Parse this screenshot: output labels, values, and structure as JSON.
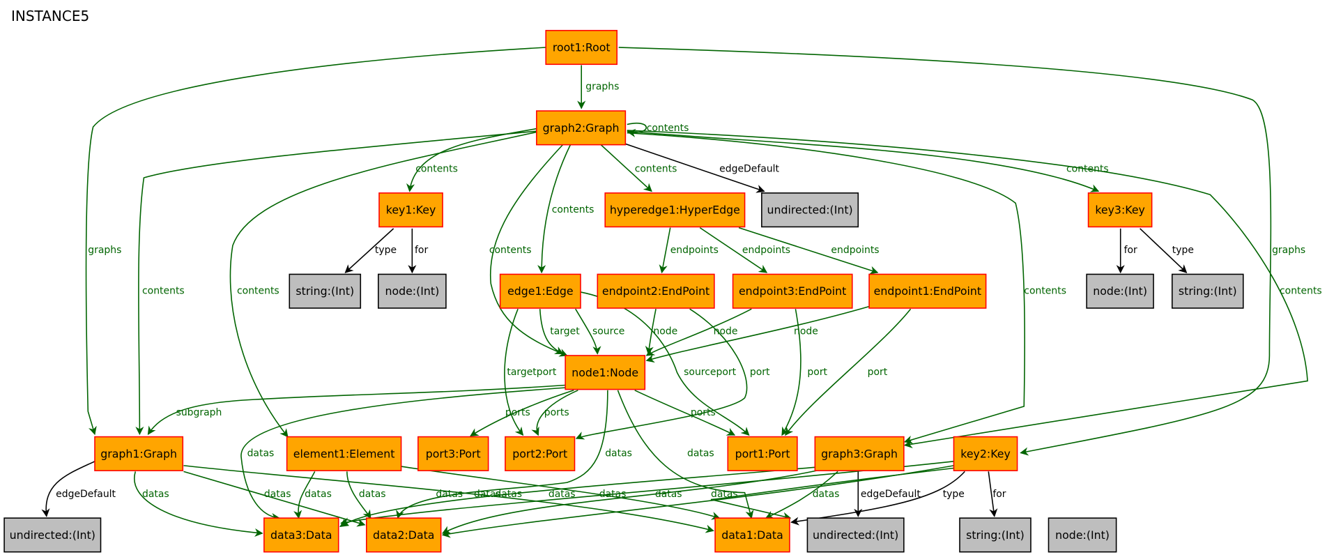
{
  "title": "INSTANCE5",
  "colors": {
    "object_fill": "#ffa500",
    "object_border": "#ff0000",
    "value_fill": "#bebebe",
    "value_border": "#000000",
    "containment_edge": "#006400",
    "attribute_edge": "#000000"
  },
  "nodes": [
    {
      "id": "root1",
      "label": "root1:Root",
      "kind": "object"
    },
    {
      "id": "graph2",
      "label": "graph2:Graph",
      "kind": "object"
    },
    {
      "id": "key1",
      "label": "key1:Key",
      "kind": "object"
    },
    {
      "id": "hyperedge1",
      "label": "hyperedge1:HyperEdge",
      "kind": "object"
    },
    {
      "id": "undirected_g2",
      "label": "undirected:(Int)",
      "kind": "value"
    },
    {
      "id": "key3",
      "label": "key3:Key",
      "kind": "object"
    },
    {
      "id": "string_k1",
      "label": "string:(Int)",
      "kind": "value"
    },
    {
      "id": "node_k1",
      "label": "node:(Int)",
      "kind": "value"
    },
    {
      "id": "node_k3",
      "label": "node:(Int)",
      "kind": "value"
    },
    {
      "id": "string_k3",
      "label": "string:(Int)",
      "kind": "value"
    },
    {
      "id": "edge1",
      "label": "edge1:Edge",
      "kind": "object"
    },
    {
      "id": "endpoint2",
      "label": "endpoint2:EndPoint",
      "kind": "object"
    },
    {
      "id": "endpoint3",
      "label": "endpoint3:EndPoint",
      "kind": "object"
    },
    {
      "id": "endpoint1",
      "label": "endpoint1:EndPoint",
      "kind": "object"
    },
    {
      "id": "node1",
      "label": "node1:Node",
      "kind": "object"
    },
    {
      "id": "graph1",
      "label": "graph1:Graph",
      "kind": "object"
    },
    {
      "id": "element1",
      "label": "element1:Element",
      "kind": "object"
    },
    {
      "id": "port3",
      "label": "port3:Port",
      "kind": "object"
    },
    {
      "id": "port2",
      "label": "port2:Port",
      "kind": "object"
    },
    {
      "id": "port1",
      "label": "port1:Port",
      "kind": "object"
    },
    {
      "id": "graph3",
      "label": "graph3:Graph",
      "kind": "object"
    },
    {
      "id": "key2",
      "label": "key2:Key",
      "kind": "object"
    },
    {
      "id": "undirected_g1",
      "label": "undirected:(Int)",
      "kind": "value"
    },
    {
      "id": "data3",
      "label": "data3:Data",
      "kind": "object"
    },
    {
      "id": "data2",
      "label": "data2:Data",
      "kind": "object"
    },
    {
      "id": "data1",
      "label": "data1:Data",
      "kind": "object"
    },
    {
      "id": "undirected_g3",
      "label": "undirected:(Int)",
      "kind": "value"
    },
    {
      "id": "string_k2",
      "label": "string:(Int)",
      "kind": "value"
    },
    {
      "id": "node_k2",
      "label": "node:(Int)",
      "kind": "value"
    }
  ],
  "edges": [
    {
      "from": "root1",
      "to": "graph2",
      "label": "graphs",
      "kind": "containment"
    },
    {
      "from": "root1",
      "to": "graph1",
      "label": "graphs",
      "kind": "containment"
    },
    {
      "from": "root1",
      "to": "key2",
      "label": "graphs",
      "kind": "containment"
    },
    {
      "from": "graph2",
      "to": "graph2",
      "label": "contents",
      "kind": "containment"
    },
    {
      "from": "graph2",
      "to": "key1",
      "label": "contents",
      "kind": "containment"
    },
    {
      "from": "graph2",
      "to": "hyperedge1",
      "label": "contents",
      "kind": "containment"
    },
    {
      "from": "graph2",
      "to": "undirected_g2",
      "label": "edgeDefault",
      "kind": "attribute"
    },
    {
      "from": "graph2",
      "to": "key3",
      "label": "contents",
      "kind": "containment"
    },
    {
      "from": "graph2",
      "to": "edge1",
      "label": "contents",
      "kind": "containment"
    },
    {
      "from": "graph2",
      "to": "node1",
      "label": "contents",
      "kind": "containment"
    },
    {
      "from": "graph2",
      "to": "graph1",
      "label": "contents",
      "kind": "containment"
    },
    {
      "from": "graph2",
      "to": "element1",
      "label": "contents",
      "kind": "containment"
    },
    {
      "from": "graph2",
      "to": "graph3",
      "label": "contents",
      "kind": "containment"
    },
    {
      "from": "graph2",
      "to": "key2",
      "label": "contents",
      "kind": "containment"
    },
    {
      "from": "key1",
      "to": "string_k1",
      "label": "type",
      "kind": "attribute"
    },
    {
      "from": "key1",
      "to": "node_k1",
      "label": "for",
      "kind": "attribute"
    },
    {
      "from": "key3",
      "to": "node_k3",
      "label": "for",
      "kind": "attribute"
    },
    {
      "from": "key3",
      "to": "string_k3",
      "label": "type",
      "kind": "attribute"
    },
    {
      "from": "hyperedge1",
      "to": "endpoint2",
      "label": "endpoints",
      "kind": "containment"
    },
    {
      "from": "hyperedge1",
      "to": "endpoint3",
      "label": "endpoints",
      "kind": "containment"
    },
    {
      "from": "hyperedge1",
      "to": "endpoint1",
      "label": "endpoints",
      "kind": "containment"
    },
    {
      "from": "edge1",
      "to": "node1",
      "label": "target",
      "kind": "containment"
    },
    {
      "from": "edge1",
      "to": "node1",
      "label": "source",
      "kind": "containment"
    },
    {
      "from": "edge1",
      "to": "port2",
      "label": "targetport",
      "kind": "containment"
    },
    {
      "from": "edge1",
      "to": "port1",
      "label": "sourceport",
      "kind": "containment"
    },
    {
      "from": "endpoint2",
      "to": "node1",
      "label": "node",
      "kind": "containment"
    },
    {
      "from": "endpoint2",
      "to": "port2",
      "label": "port",
      "kind": "containment"
    },
    {
      "from": "endpoint3",
      "to": "node1",
      "label": "node",
      "kind": "containment"
    },
    {
      "from": "endpoint3",
      "to": "port1",
      "label": "port",
      "kind": "containment"
    },
    {
      "from": "endpoint1",
      "to": "node1",
      "label": "node",
      "kind": "containment"
    },
    {
      "from": "endpoint1",
      "to": "port1",
      "label": "port",
      "kind": "containment"
    },
    {
      "from": "node1",
      "to": "graph1",
      "label": "subgraph",
      "kind": "containment"
    },
    {
      "from": "node1",
      "to": "port3",
      "label": "ports",
      "kind": "containment"
    },
    {
      "from": "node1",
      "to": "port2",
      "label": "ports",
      "kind": "containment"
    },
    {
      "from": "node1",
      "to": "port1",
      "label": "ports",
      "kind": "containment"
    },
    {
      "from": "node1",
      "to": "data3",
      "label": "datas",
      "kind": "containment"
    },
    {
      "from": "node1",
      "to": "data2",
      "label": "datas",
      "kind": "containment"
    },
    {
      "from": "node1",
      "to": "data1",
      "label": "datas",
      "kind": "containment"
    },
    {
      "from": "graph1",
      "to": "undirected_g1",
      "label": "edgeDefault",
      "kind": "attribute"
    },
    {
      "from": "graph1",
      "to": "data3",
      "label": "datas",
      "kind": "containment"
    },
    {
      "from": "graph1",
      "to": "data2",
      "label": "datas",
      "kind": "containment"
    },
    {
      "from": "graph1",
      "to": "data1",
      "label": "datas",
      "kind": "containment"
    },
    {
      "from": "element1",
      "to": "data3",
      "label": "datas",
      "kind": "containment"
    },
    {
      "from": "element1",
      "to": "data2",
      "label": "datas",
      "kind": "containment"
    },
    {
      "from": "element1",
      "to": "data1",
      "label": "datas",
      "kind": "containment"
    },
    {
      "from": "graph3",
      "to": "data3",
      "label": "datas",
      "kind": "containment"
    },
    {
      "from": "graph3",
      "to": "data2",
      "label": "datas",
      "kind": "containment"
    },
    {
      "from": "graph3",
      "to": "data1",
      "label": "datas",
      "kind": "containment"
    },
    {
      "from": "graph3",
      "to": "undirected_g3",
      "label": "edgeDefault",
      "kind": "attribute"
    },
    {
      "from": "key2",
      "to": "data3",
      "label": "datas",
      "kind": "containment"
    },
    {
      "from": "key2",
      "to": "data2",
      "label": "datas",
      "kind": "containment"
    },
    {
      "from": "key2",
      "to": "data1",
      "label": "datas",
      "kind": "containment"
    },
    {
      "from": "key2",
      "to": "string_k2",
      "label": "type",
      "kind": "attribute"
    },
    {
      "from": "key2",
      "to": "node_k2",
      "label": "for",
      "kind": "attribute"
    }
  ]
}
